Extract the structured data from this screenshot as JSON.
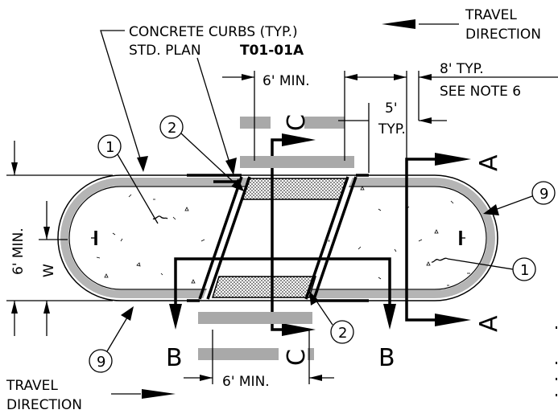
{
  "notes": {
    "concrete_curbs_line1": "CONCRETE CURBS (TYP.)",
    "concrete_curbs_line2_prefix": "STD. PLAN ",
    "concrete_curbs_line2_plan": "T01-01A",
    "travel_top_line1": "TRAVEL",
    "travel_top_line2": "DIRECTION",
    "travel_bottom_line1": "TRAVEL",
    "travel_bottom_line2": "DIRECTION"
  },
  "dimensions": {
    "top_width": "6' MIN.",
    "bottom_width": "6' MIN.",
    "typ8": "8' TYP.",
    "see_note": "SEE NOTE 6",
    "five_typ_line1": "5'",
    "five_typ_line2": "TYP.",
    "vertical_min": "6' MIN.",
    "vertical_w": "W"
  },
  "callouts": {
    "c1_left": "1",
    "c1_right": "1",
    "c2_top": "2",
    "c2_bottom": "2",
    "c9_right": "9",
    "c9_left": "9"
  },
  "sections": {
    "a_top": "A",
    "a_bottom": "A",
    "b_left": "B",
    "b_right": "B",
    "c_top": "C",
    "c_bottom": "C"
  }
}
